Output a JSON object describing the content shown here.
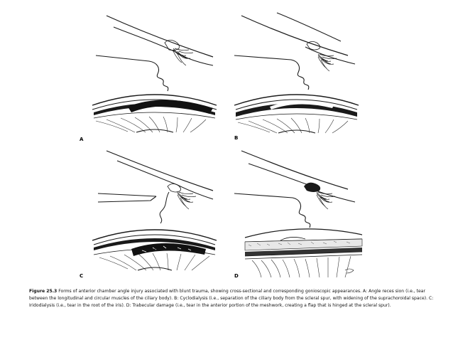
{
  "figure": {
    "panels": [
      {
        "label": "A",
        "description_key": "angle-recession"
      },
      {
        "label": "B",
        "description_key": "cyclodialysis"
      },
      {
        "label": "C",
        "description_key": "iridodialysis"
      },
      {
        "label": "D",
        "description_key": "trabecular-damage"
      }
    ]
  },
  "caption": {
    "number": "Figure 25.3",
    "text": "Forms of anterior chamber angle injury associated with blunt trauma, showing cross-sectional and corresponding gonioscopic appearances. A: Angle reces sion (i.e., tear between the longitudinal and circular muscles of the ciliary body). B: Cyclodialysis (i.e., separation of the ciliary body from the scleral spur, with widening of the suprachoroidal space). C: Iridodialysis (i.e., tear in the root of the iris). D: Trabecular damage (i.e., tear in the anterior portion of the meshwork, creating a flap that is hinged at the scleral spur)."
  },
  "colors": {
    "ink": "#1a1a1a",
    "background": "#ffffff"
  }
}
